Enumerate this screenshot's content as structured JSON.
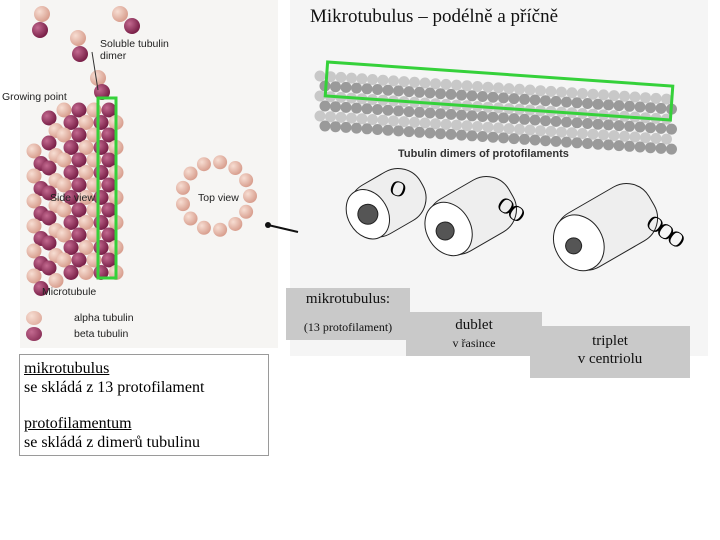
{
  "slide_title": "Mikrotubulus – podélně a příčně",
  "diagram_labels": {
    "soluble_dimer": "Soluble tubulin dimer",
    "growing_point": "Growing point",
    "side_view": "Side view",
    "top_view": "Top view",
    "microtubule": "Microtubule",
    "alpha_tubulin": "alpha tubulin",
    "beta_tubulin": "beta tubulin",
    "tubulin_dimers_caption": "Tubulin dimers of protofilaments"
  },
  "cross_section_symbols": {
    "single": "O",
    "double": "OO",
    "triple": "OOO"
  },
  "boxes": {
    "mikrotubulus_title": "mikrotubulus:",
    "mikrotubulus_sub": "(13 protofilament)",
    "dublet_title": "dublet",
    "dublet_sub": "v řasince",
    "triplet_title": "triplet",
    "triplet_sub": "v centriolu"
  },
  "info": {
    "term1": "mikrotubulus",
    "desc1": "se skládá z 13 protofilament",
    "term2": "protofilamentum",
    "desc2": "se skládá z dimerů tubulinu"
  },
  "colors": {
    "alpha_tubulin": "#e8b8a8",
    "beta_tubulin": "#9a3b63",
    "highlight": "#35d13a",
    "box_grey": "#c9c9c9"
  }
}
